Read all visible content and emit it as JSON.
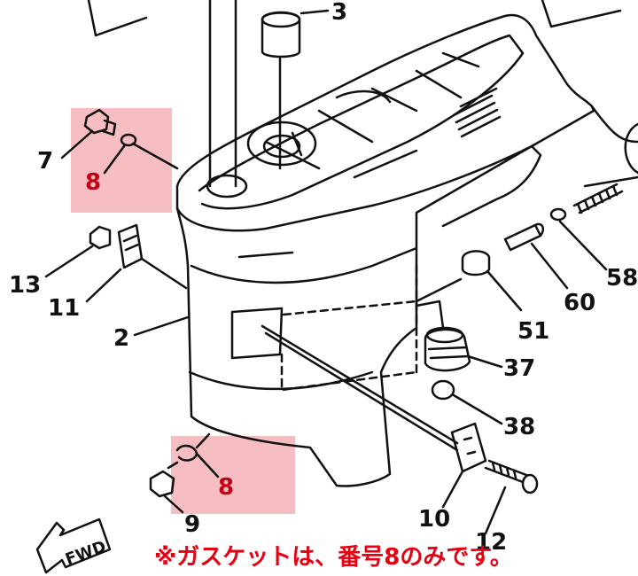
{
  "colors": {
    "highlight": "#f5b3b8",
    "highlight_label": "#c40012",
    "note_text": "#e60012",
    "line": "#111111"
  },
  "fwd_label": "FWD",
  "callouts": {
    "c3": "3",
    "c7": "7",
    "c8_top": "8",
    "c13": "13",
    "c11": "11",
    "c2": "2",
    "c8_bottom": "8",
    "c9": "9",
    "c10": "10",
    "c12": "12",
    "c58": "58",
    "c60": "60",
    "c51": "51",
    "c37": "37",
    "c38": "38"
  },
  "note": "※ガスケットは、番号8のみです。"
}
